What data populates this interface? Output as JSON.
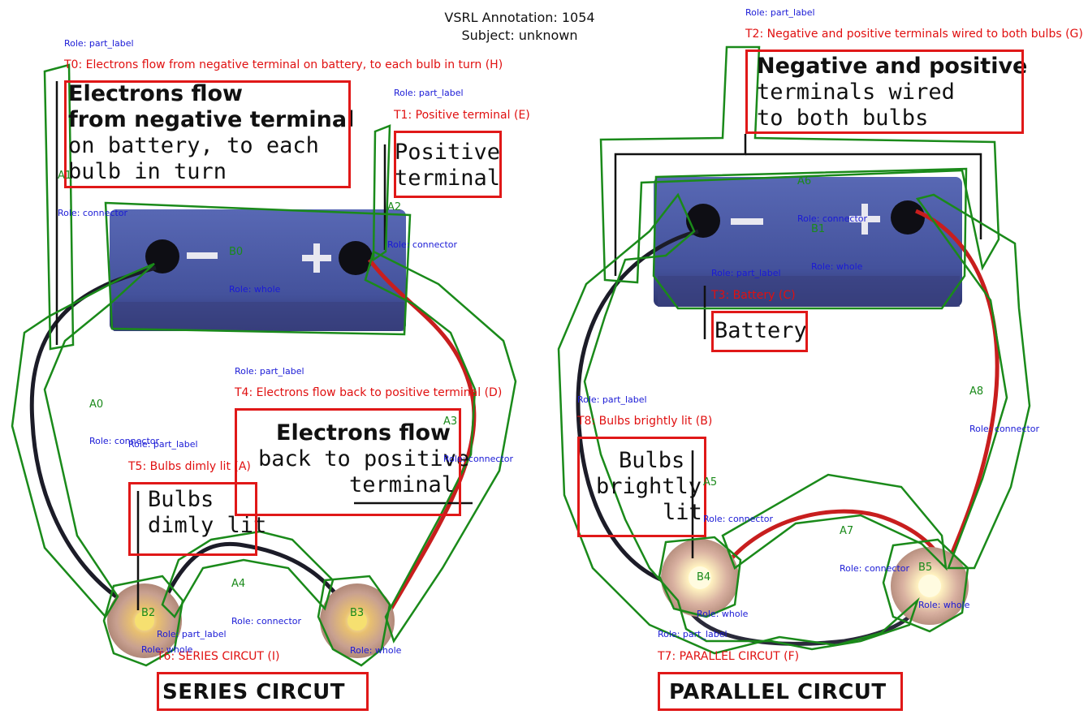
{
  "header": {
    "title_line1": "VSRL Annotation: 1054",
    "title_line2": "Subject: unknown"
  },
  "diagram_labels": {
    "series_title": "SERIES CIRCUT",
    "parallel_title": "PARALLEL CIRCUT",
    "electrons_flow": {
      "line1": "Electrons flow",
      "line2": "from negative terminal",
      "line3": "on battery, to each",
      "line4": "bulb in turn"
    },
    "positive_terminal": {
      "line1": "Positive",
      "line2": "terminal"
    },
    "electrons_back": {
      "line1": "Electrons flow",
      "line2": "back to positive",
      "line3": "terminal"
    },
    "bulbs_dimly": {
      "line1": "Bulbs",
      "line2": "dimly lit"
    },
    "neg_pos_wired": {
      "line1": "Negative and positive",
      "line2": "terminals wired",
      "line3": "to both bulbs"
    },
    "battery": "Battery",
    "bulbs_brightly": {
      "line1": "Bulbs",
      "line2": "brightly",
      "line3": "lit"
    }
  },
  "annotations": {
    "roles": {
      "part_label": "Role: part_label",
      "connector": "Role: connector",
      "whole": "Role: whole"
    },
    "texts": {
      "T0": "T0: Electrons flow from negative terminal on battery, to each bulb in turn (H)",
      "T1": "T1: Positive terminal (E)",
      "T2": "T2: Negative and positive terminals wired to both bulbs (G)",
      "T3": "T3: Battery (C)",
      "T4": "T4: Electrons flow back to positive terminal (D)",
      "T5": "T5: Bulbs dimly lit (A)",
      "T6": "T6: SERIES CIRCUT (I)",
      "T7": "T7: PARALLEL CIRCUT (F)",
      "T8": "T8: Bulbs brightly lit (B)"
    },
    "ids": {
      "A0": "A0",
      "A1": "A1",
      "A2": "A2",
      "A3": "A3",
      "A4": "A4",
      "A5": "A5",
      "A6": "A6",
      "A7": "A7",
      "A8": "A8",
      "B0": "B0",
      "B1": "B1",
      "B2": "B2",
      "B3": "B3",
      "B4": "B4",
      "B5": "B5"
    }
  },
  "colors": {
    "annotation_box": "#e01818",
    "polygon": "#1a8a1a",
    "role_text": "#1a1ad6",
    "label_text": "#e01010",
    "battery_body": "#4a5aa8",
    "red_wire": "#c81e1e",
    "black_wire": "#1c1c28"
  }
}
